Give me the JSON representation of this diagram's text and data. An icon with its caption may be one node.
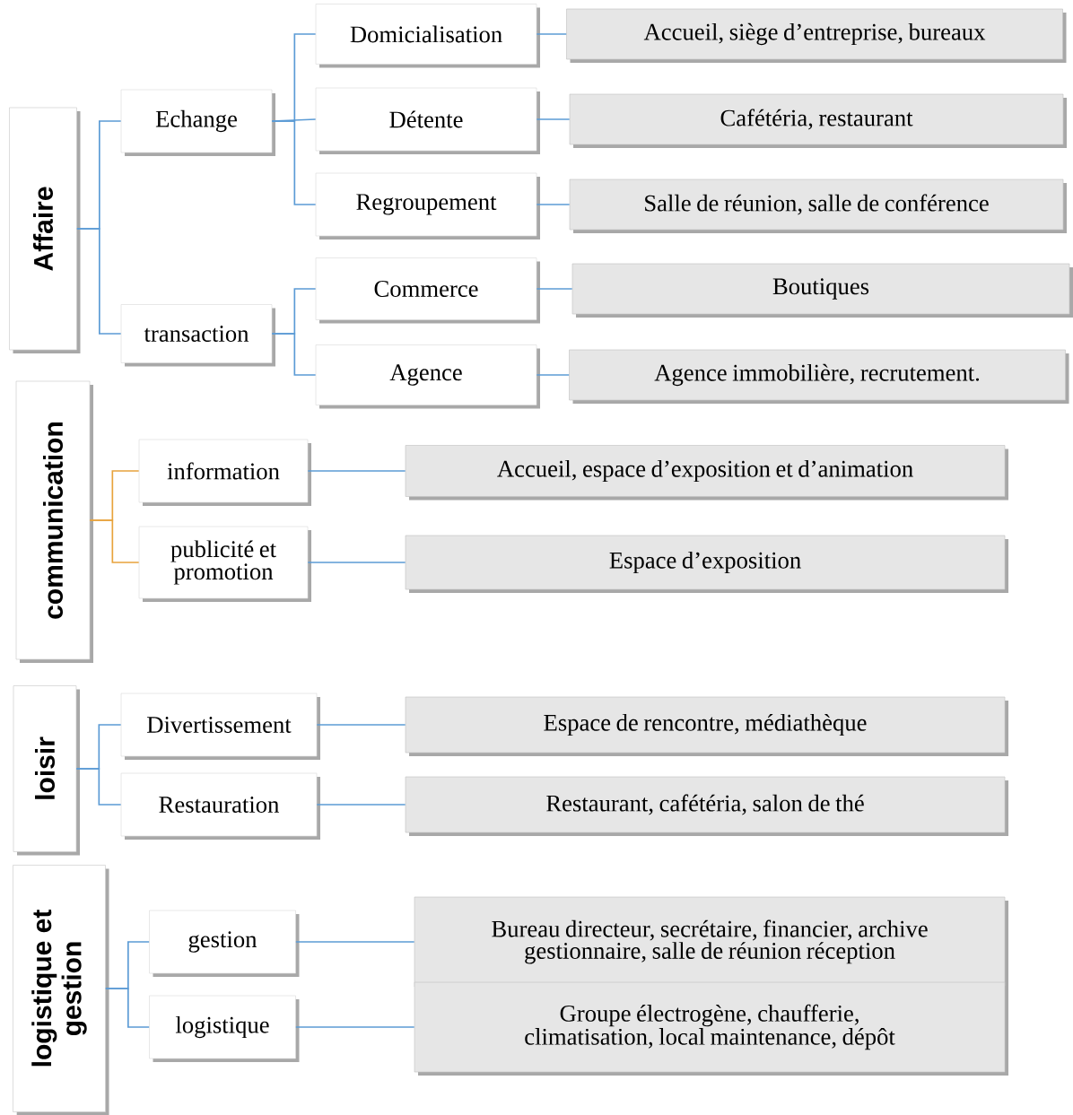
{
  "diagram": {
    "nodes": [
      {
        "text": [
          "Affaire"
        ]
      },
      {
        "text": [
          "Echange"
        ]
      },
      {
        "text": [
          "transaction"
        ]
      },
      {
        "text": [
          "Domicialisation"
        ]
      },
      {
        "text": [
          "Détente"
        ]
      },
      {
        "text": [
          "Regroupement"
        ]
      },
      {
        "text": [
          "Commerce"
        ]
      },
      {
        "text": [
          "Agence"
        ]
      },
      {
        "text": [
          "Accueil, siège d’entreprise, bureaux"
        ]
      },
      {
        "text": [
          "Cafétéria, restaurant"
        ]
      },
      {
        "text": [
          "Salle de réunion, salle de conférence"
        ]
      },
      {
        "text": [
          "Boutiques"
        ]
      },
      {
        "text": [
          "Agence immobilière, recrutement."
        ]
      },
      {
        "text": [
          "communication"
        ]
      },
      {
        "text": [
          "information"
        ]
      },
      {
        "text": [
          "publicité et promotion"
        ]
      },
      {
        "text": [
          "Accueil, espace d’exposition et d’animation"
        ]
      },
      {
        "text": [
          "Espace d’exposition"
        ]
      },
      {
        "text": [
          "loisir"
        ]
      },
      {
        "text": [
          "Divertissement"
        ]
      },
      {
        "text": [
          "Restauration"
        ]
      },
      {
        "text": [
          "Espace de rencontre, médiathèque"
        ]
      },
      {
        "text": [
          "Restaurant, cafétéria, salon de thé"
        ]
      },
      {
        "text": [
          "logistique et gestion"
        ]
      },
      {
        "text": [
          "gestion"
        ]
      },
      {
        "text": [
          "logistique"
        ]
      },
      {
        "text": [
          "Bureau directeur, secrétaire, financier, archive gestionnaire, salle de réunion réception"
        ]
      },
      {
        "text": [
          "Groupe électrogène, chaufferie, climatisation, local maintenance, dépôt"
        ]
      }
    ],
    "edges": [
      {
        "from": 0,
        "to": 1,
        "arrow": "none"
      },
      {
        "from": 0,
        "to": 2,
        "arrow": "none"
      },
      {
        "from": 1,
        "to": 3,
        "arrow": "none"
      },
      {
        "from": 1,
        "to": 4,
        "arrow": "none"
      },
      {
        "from": 1,
        "to": 5,
        "arrow": "none"
      },
      {
        "from": 2,
        "to": 6,
        "arrow": "none"
      },
      {
        "from": 2,
        "to": 7,
        "arrow": "none"
      },
      {
        "from": 3,
        "to": 8,
        "arrow": "none"
      },
      {
        "from": 4,
        "to": 9,
        "arrow": "none"
      },
      {
        "from": 5,
        "to": 10,
        "arrow": "none"
      },
      {
        "from": 6,
        "to": 11,
        "arrow": "none"
      },
      {
        "from": 7,
        "to": 12,
        "arrow": "none"
      },
      {
        "from": 13,
        "to": 14,
        "arrow": "none",
        "color": "#e8a33c"
      },
      {
        "from": 13,
        "to": 15,
        "arrow": "none",
        "color": "#e8a33c"
      },
      {
        "from": 14,
        "to": 16,
        "arrow": "none"
      },
      {
        "from": 15,
        "to": 17,
        "arrow": "none"
      },
      {
        "from": 18,
        "to": 19,
        "arrow": "none"
      },
      {
        "from": 18,
        "to": 20,
        "arrow": "none"
      },
      {
        "from": 19,
        "to": 21,
        "arrow": "none"
      },
      {
        "from": 20,
        "to": 22,
        "arrow": "none"
      },
      {
        "from": 23,
        "to": 24,
        "arrow": "none"
      },
      {
        "from": 23,
        "to": 25,
        "arrow": "none"
      },
      {
        "from": 24,
        "to": 26,
        "arrow": "none"
      },
      {
        "from": 25,
        "to": 27,
        "arrow": "none"
      }
    ]
  }
}
